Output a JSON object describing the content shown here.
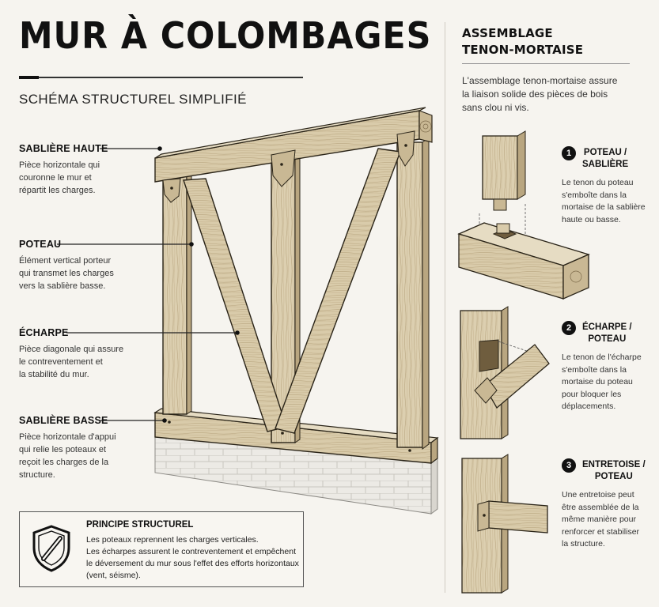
{
  "header": {
    "title": "MUR À COLOMBAGES",
    "subtitle": "SCHÉMA STRUCTUREL SIMPLIFIÉ"
  },
  "callouts": [
    {
      "id": "sabliere-haute",
      "title": "SABLIÈRE HAUTE",
      "description": "Pièce horizontale qui\ncouronne le mur et\nrépartit les charges."
    },
    {
      "id": "poteau",
      "title": "POTEAU",
      "description": "Élément vertical porteur\nqui transmet les charges\nvers la sablière basse."
    },
    {
      "id": "echarpe",
      "title": "ÉCHARPE",
      "description": "Pièce diagonale qui assure\nle contreventement et\nla stabilité du mur."
    },
    {
      "id": "sabliere-basse",
      "title": "SABLIÈRE BASSE",
      "description": "Pièce horizontale d'appui\nqui relie les poteaux et\nreçoit les charges de la\nstructure."
    }
  ],
  "principle": {
    "title": "PRINCIPE STRUCTUREL",
    "text": "Les poteaux reprennent les charges verticales.\nLes écharpes assurent le contreventement et empêchent\nle déversement du mur sous l'effet des efforts horizontaux\n(vent, séisme).",
    "icon": "shield-icon"
  },
  "side": {
    "title": "ASSEMBLAGE\nTENON-MORTAISE",
    "intro": "L'assemblage tenon-mortaise assure\nla liaison solide des pièces de bois\nsans clou ni vis."
  },
  "details": [
    {
      "number": "1",
      "title": "POTEAU /\nSABLIÈRE",
      "description": "Le tenon du poteau\ns'emboîte dans la\nmortaise de la sablière\nhaute ou basse."
    },
    {
      "number": "2",
      "title": "ÉCHARPE /\nPOTEAU",
      "description": "Le tenon de l'écharpe\ns'emboîte dans la\nmortaise du poteau\npour bloquer les\ndéplacements."
    },
    {
      "number": "3",
      "title": "ENTRETOISE /\nPOTEAU",
      "description": "Une entretoise peut\nêtre assemblée de la\nmême manière pour\nrenforcer et stabiliser\nla structure."
    }
  ],
  "colors": {
    "wood_light": "#ddd0b3",
    "wood_mid": "#c9b894",
    "wood_dark": "#a89572",
    "ink": "#111111",
    "stone": "#eceae5",
    "background": "#f6f4ef"
  }
}
